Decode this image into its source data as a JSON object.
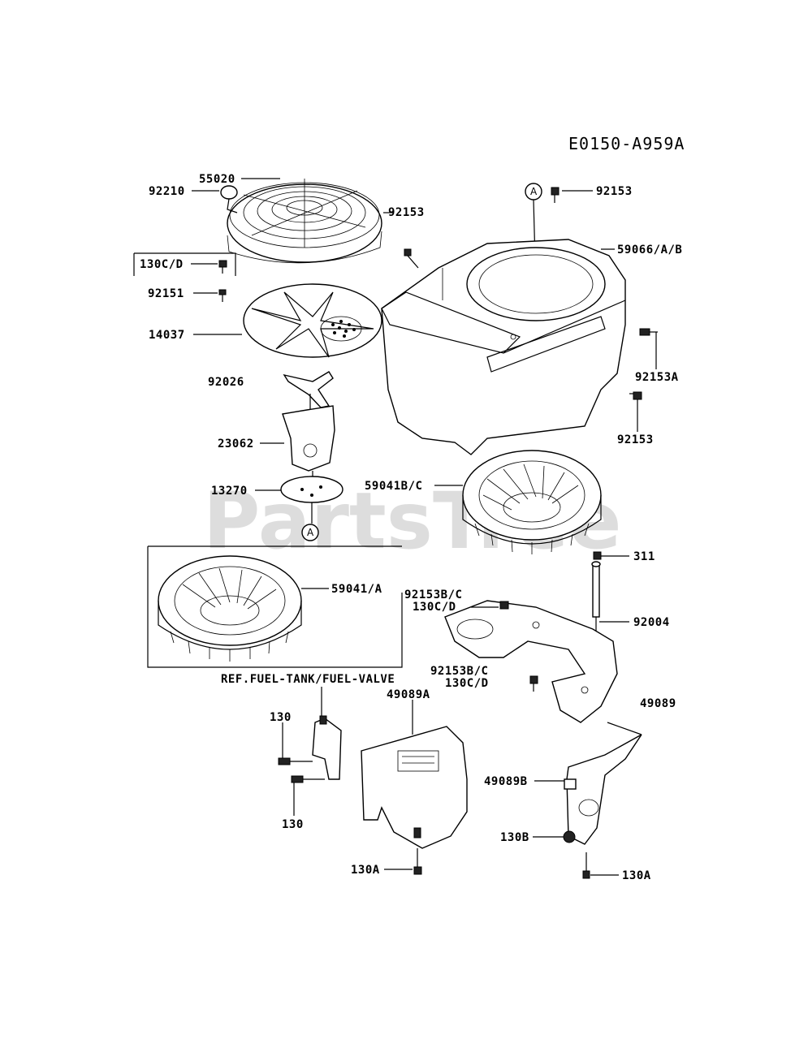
{
  "diagram_code": "E0150-A959A",
  "watermark": "PartsTree",
  "reference_note": "REF.FUEL-TANK/FUEL-VALVE",
  "circle_marker": "A",
  "labels": {
    "p55020": "55020",
    "p92210": "92210",
    "p92153_top": "92153",
    "p92153_right": "92153",
    "p130CD_top": "130C/D",
    "p92151": "92151",
    "p14037": "14037",
    "p59066": "59066/A/B",
    "p92153A": "92153A",
    "p92153_lower": "92153",
    "p92026": "92026",
    "p23062": "23062",
    "p13270": "13270",
    "p59041BC": "59041B/C",
    "p59041A": "59041/A",
    "p92153BC_a": "92153B/C",
    "p130CD_a": "130C/D",
    "p311": "311",
    "p92004": "92004",
    "p92153BC_b": "92153B/C",
    "p130CD_b": "130C/D",
    "p49089A": "49089A",
    "p49089": "49089",
    "p130_a": "130",
    "p130_b": "130",
    "p49089B": "49089B",
    "p130B": "130B",
    "p130A_a": "130A",
    "p130A_b": "130A"
  }
}
